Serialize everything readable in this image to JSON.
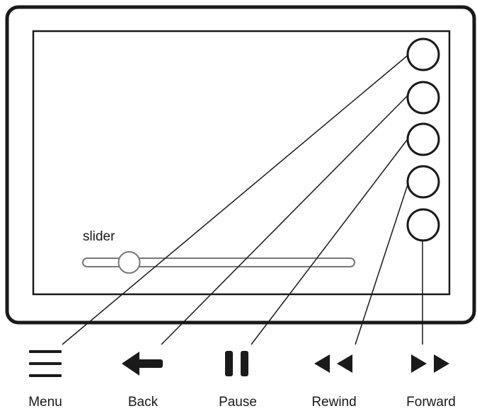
{
  "slider": {
    "label": "slider",
    "value": 0.16
  },
  "remote_buttons_count": 5,
  "icons": [
    {
      "icon": "hamburger-menu-icon",
      "label": "Menu"
    },
    {
      "icon": "arrow-left-icon",
      "label": "Back"
    },
    {
      "icon": "pause-icon",
      "label": "Pause"
    },
    {
      "icon": "rewind-icon",
      "label": "Rewind"
    },
    {
      "icon": "fast-forward-icon",
      "label": "Forward"
    }
  ],
  "colors": {
    "stroke": "#1a1a1a",
    "slider_stroke": "#777777",
    "background": "#ffffff"
  }
}
